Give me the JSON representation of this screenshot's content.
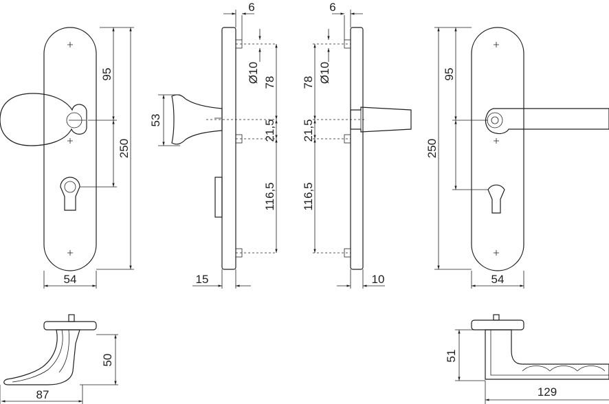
{
  "dimensions": {
    "front_left_height": "95",
    "front_left_total": "250",
    "front_left_width": "54",
    "side_left_knob": "53",
    "side_left_thickness": "15",
    "top_offset_left": "6",
    "hole_dia_left": "Ø10",
    "upper_left": "78",
    "mid_left": "21,5",
    "lower_left": "116,5",
    "top_offset_right": "6",
    "hole_dia_right": "Ø10",
    "upper_right": "78",
    "mid_right": "21,5",
    "lower_right": "116,5",
    "side_right_thickness": "10",
    "front_right_height": "95",
    "front_right_total": "250",
    "front_right_width": "54",
    "bottom_left_height": "50",
    "bottom_left_length": "87",
    "bottom_right_height": "51",
    "bottom_right_length": "129"
  }
}
